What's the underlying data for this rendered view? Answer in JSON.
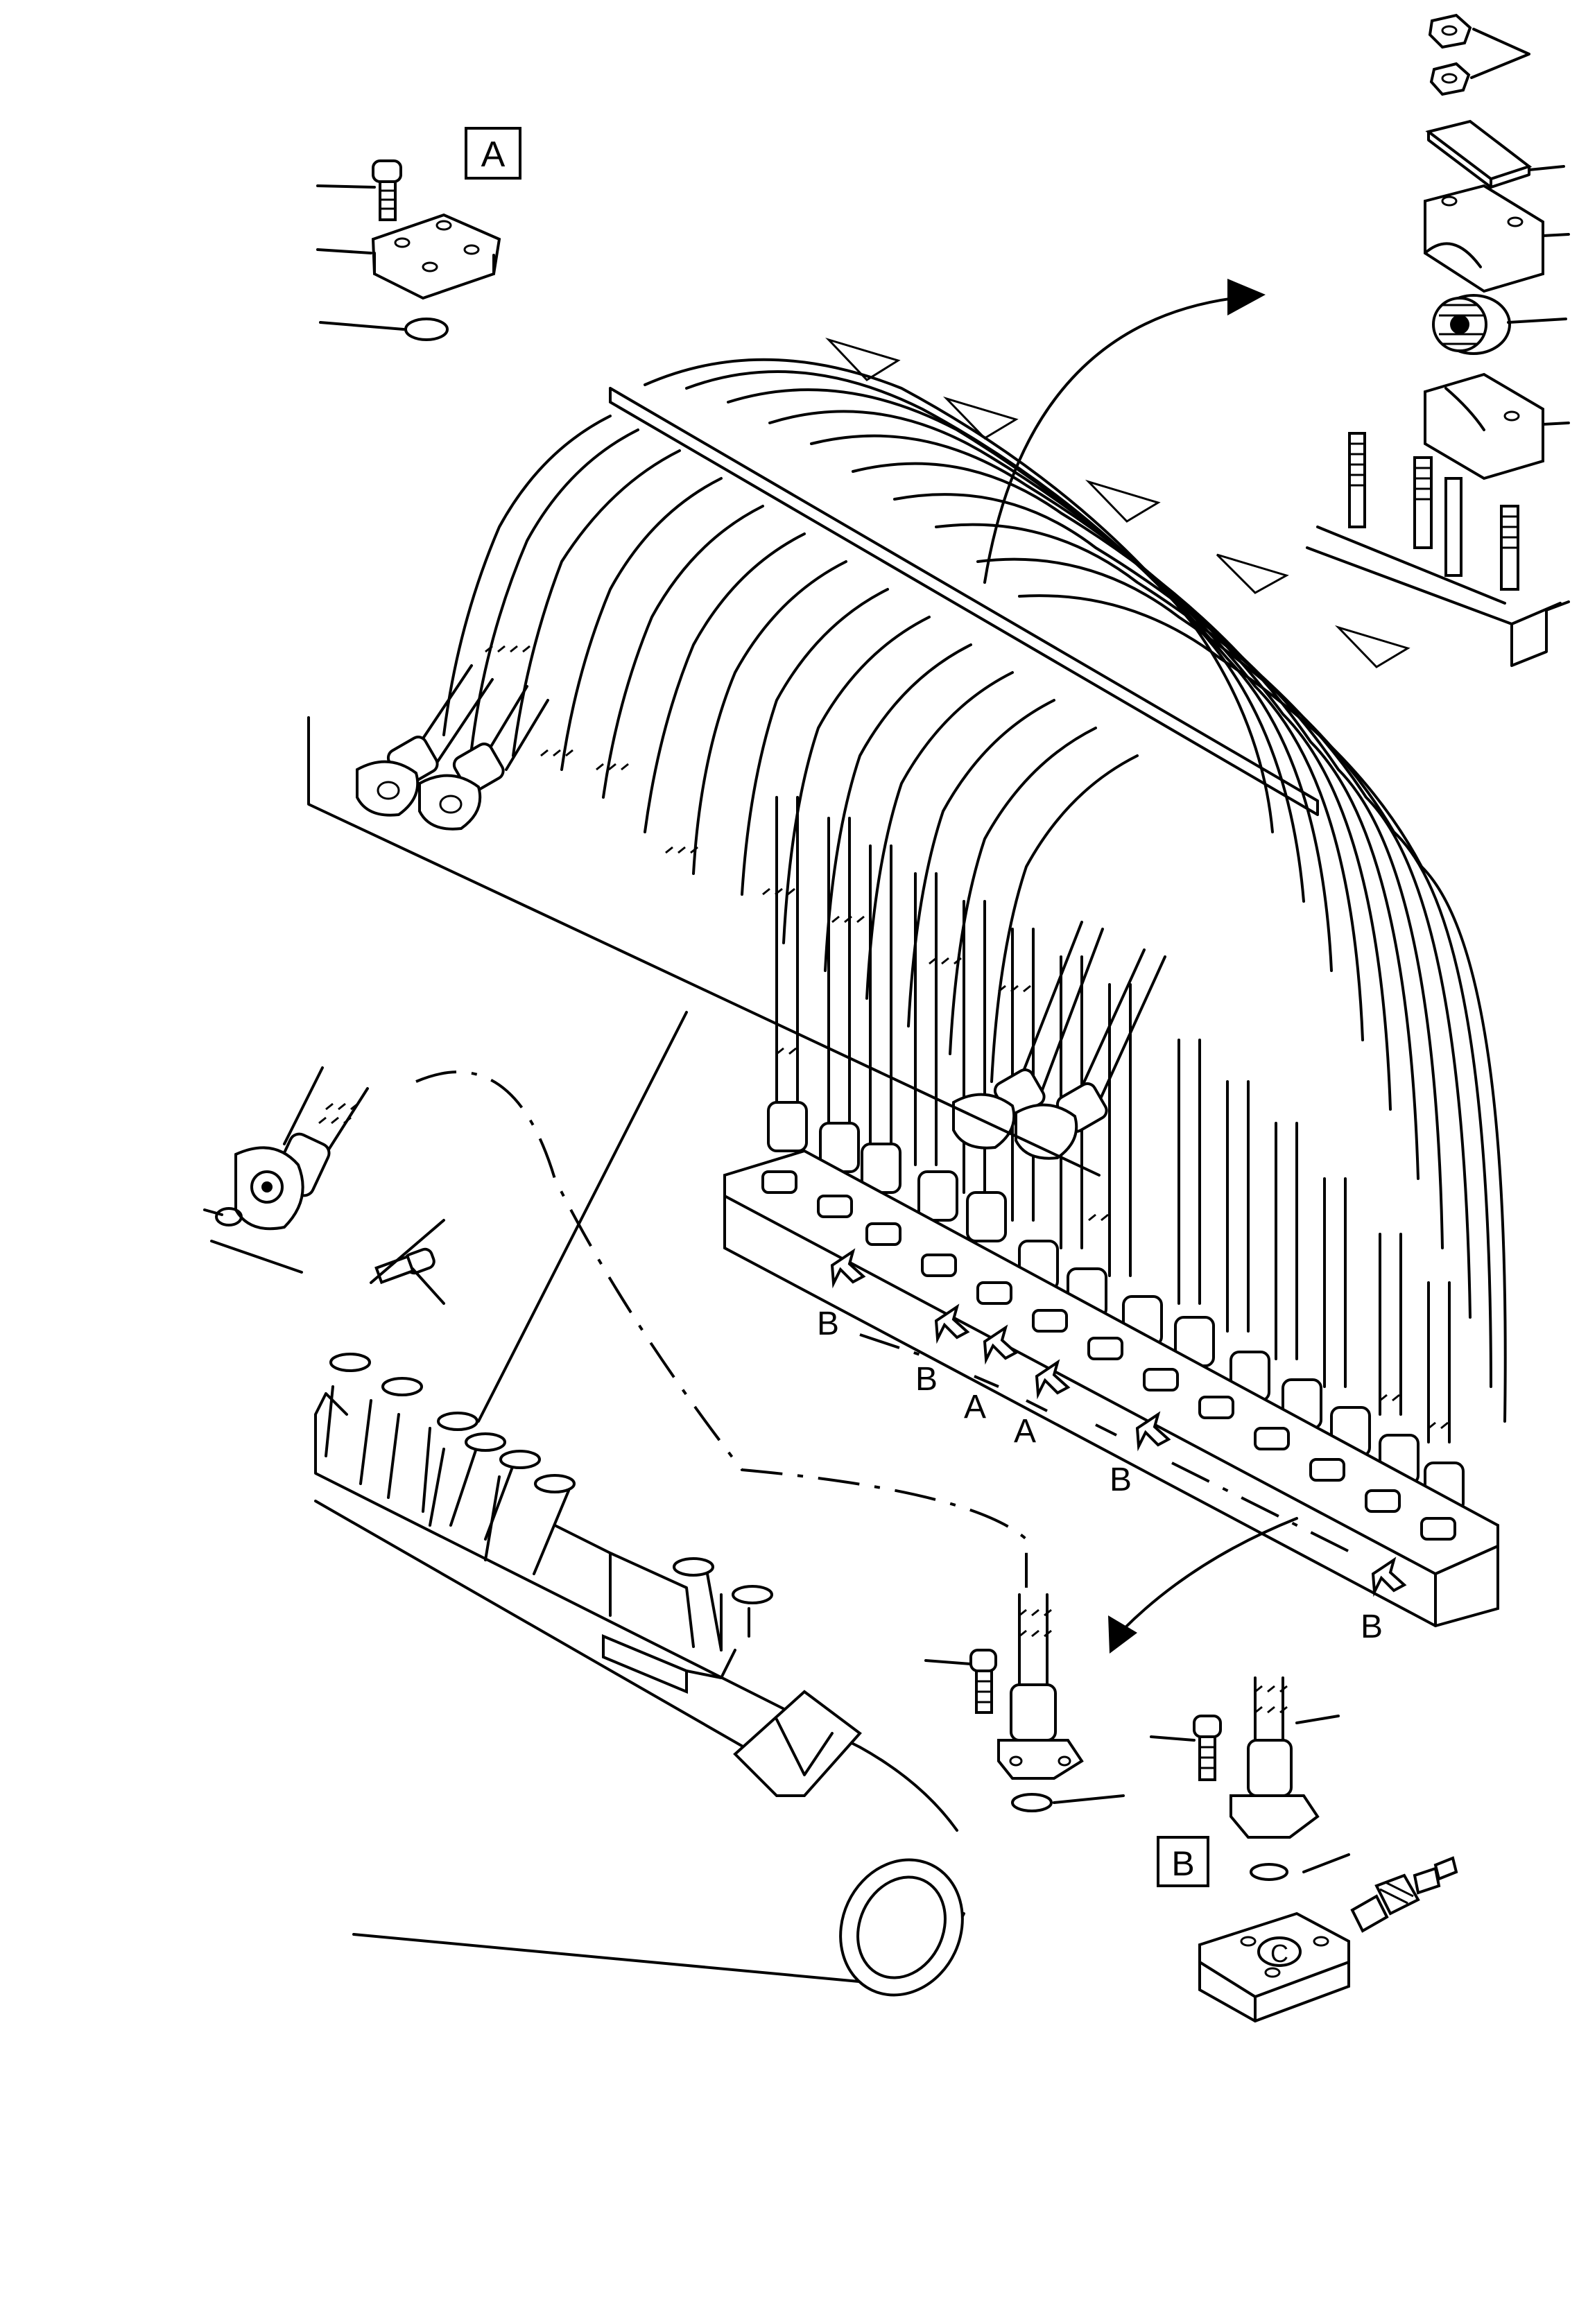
{
  "detail_a": {
    "label": "A"
  },
  "detail_b": {
    "label": "B"
  },
  "detail_c": {
    "label": "C"
  },
  "callouts": {
    "b1": "B",
    "b2": "B",
    "a1": "A",
    "a2": "A",
    "b3": "B",
    "b4": "B"
  }
}
